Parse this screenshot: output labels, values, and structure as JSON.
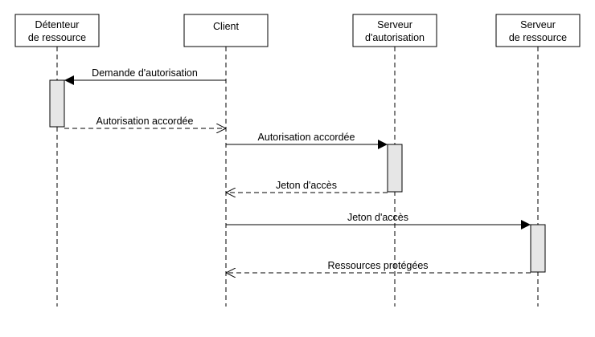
{
  "participants": [
    {
      "lines": [
        "Détenteur",
        "de ressource"
      ]
    },
    {
      "lines": [
        "Client"
      ]
    },
    {
      "lines": [
        "Serveur",
        "d'autorisation"
      ]
    },
    {
      "lines": [
        "Serveur",
        "de ressource"
      ]
    }
  ],
  "messages": [
    {
      "from": 1,
      "to": 0,
      "kind": "sync",
      "label": "Demande d'autorisation"
    },
    {
      "from": 0,
      "to": 1,
      "kind": "reply",
      "label": "Autorisation accordée"
    },
    {
      "from": 1,
      "to": 2,
      "kind": "sync",
      "label": "Autorisation accordée"
    },
    {
      "from": 2,
      "to": 1,
      "kind": "reply",
      "label": "Jeton d'accès"
    },
    {
      "from": 1,
      "to": 3,
      "kind": "sync",
      "label": "Jeton d'accès"
    },
    {
      "from": 3,
      "to": 1,
      "kind": "reply",
      "label": "Ressources protégées"
    }
  ],
  "activations": [
    {
      "participant": 0,
      "from_message": 0,
      "to_message": 1
    },
    {
      "participant": 2,
      "from_message": 2,
      "to_message": 3
    },
    {
      "participant": 3,
      "from_message": 4,
      "to_message": 5
    }
  ],
  "colors": {
    "stroke": "#000000",
    "box_fill": "#ffffff",
    "activation_fill": "#e6e6e6",
    "text": "#000000"
  }
}
